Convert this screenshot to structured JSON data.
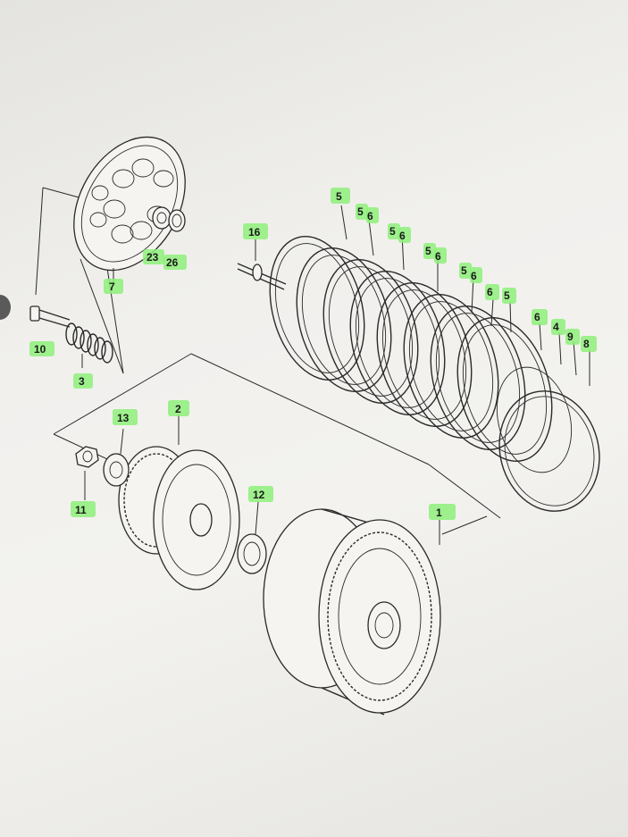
{
  "labels": {
    "l1": "1",
    "l2": "2",
    "l3": "3",
    "l4": "4",
    "l5a": "5",
    "l5b": "5",
    "l5c": "5",
    "l5d": "5",
    "l5e": "5",
    "l5f": "5",
    "l6a": "6",
    "l6b": "6",
    "l6c": "6",
    "l6d": "6",
    "l6e": "6",
    "l6f": "6",
    "l7": "7",
    "l8": "8",
    "l9": "9",
    "l10": "10",
    "l11": "11",
    "l12": "12",
    "l13": "13",
    "l16": "16",
    "l23": "23",
    "l26": "26"
  },
  "colors": {
    "highlight": "#8ef07a",
    "ink": "#2a2a2a",
    "paper": "#f1f0ed"
  }
}
